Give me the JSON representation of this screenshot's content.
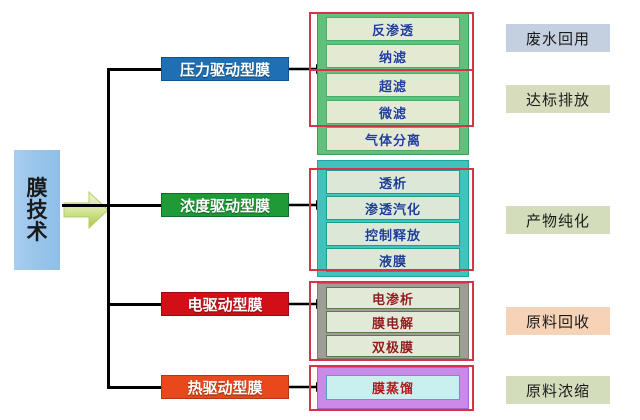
{
  "diagram": {
    "root": {
      "label_chars": [
        "膜",
        "技",
        "术"
      ],
      "label": "膜技术"
    },
    "arrow_icon": "right-arrow-icon",
    "categories": [
      {
        "id": "pressure",
        "label": "压力驱动型膜",
        "color": "#1f6fb4"
      },
      {
        "id": "concentration",
        "label": "浓度驱动型膜",
        "color": "#1e9a36"
      },
      {
        "id": "electric",
        "label": "电驱动型膜",
        "color": "#d20f16"
      },
      {
        "id": "thermal",
        "label": "热驱动型膜",
        "color": "#e8481b"
      }
    ],
    "groups": [
      {
        "id": "pressure-group",
        "container_color": "#63c07c",
        "items": [
          "反渗透",
          "纳滤",
          "超滤",
          "微滤",
          "气体分离"
        ]
      },
      {
        "id": "concentration-group",
        "container_color": "#3fc3bd",
        "items": [
          "透析",
          "渗透汽化",
          "控制释放",
          "液膜"
        ]
      },
      {
        "id": "electric-group",
        "container_color": "#9e9e96",
        "items": [
          "电渗析",
          "膜电解",
          "双极膜"
        ]
      },
      {
        "id": "thermal-group",
        "container_color": "#cb8ae8",
        "items": [
          "膜蒸馏"
        ]
      }
    ],
    "highlights": [
      {
        "id": "highlight-wastewater",
        "color": "#d2344a"
      },
      {
        "id": "highlight-discharge",
        "color": "#d2344a"
      },
      {
        "id": "highlight-purification",
        "color": "#d2344a"
      },
      {
        "id": "highlight-recovery",
        "color": "#d2344a"
      },
      {
        "id": "highlight-concentration",
        "color": "#d2344a"
      }
    ],
    "outcomes": [
      {
        "id": "wastewater-reuse",
        "label": "废水回用",
        "color": "#c4cfe0"
      },
      {
        "id": "standard-discharge",
        "label": "达标排放",
        "color": "#d7dcbd"
      },
      {
        "id": "product-purification",
        "label": "产物纯化",
        "color": "#d3ddbb"
      },
      {
        "id": "material-recovery",
        "label": "原料回收",
        "color": "#f6d3b6"
      },
      {
        "id": "material-concentration",
        "label": "原料浓缩",
        "color": "#d3ddbb"
      }
    ]
  }
}
